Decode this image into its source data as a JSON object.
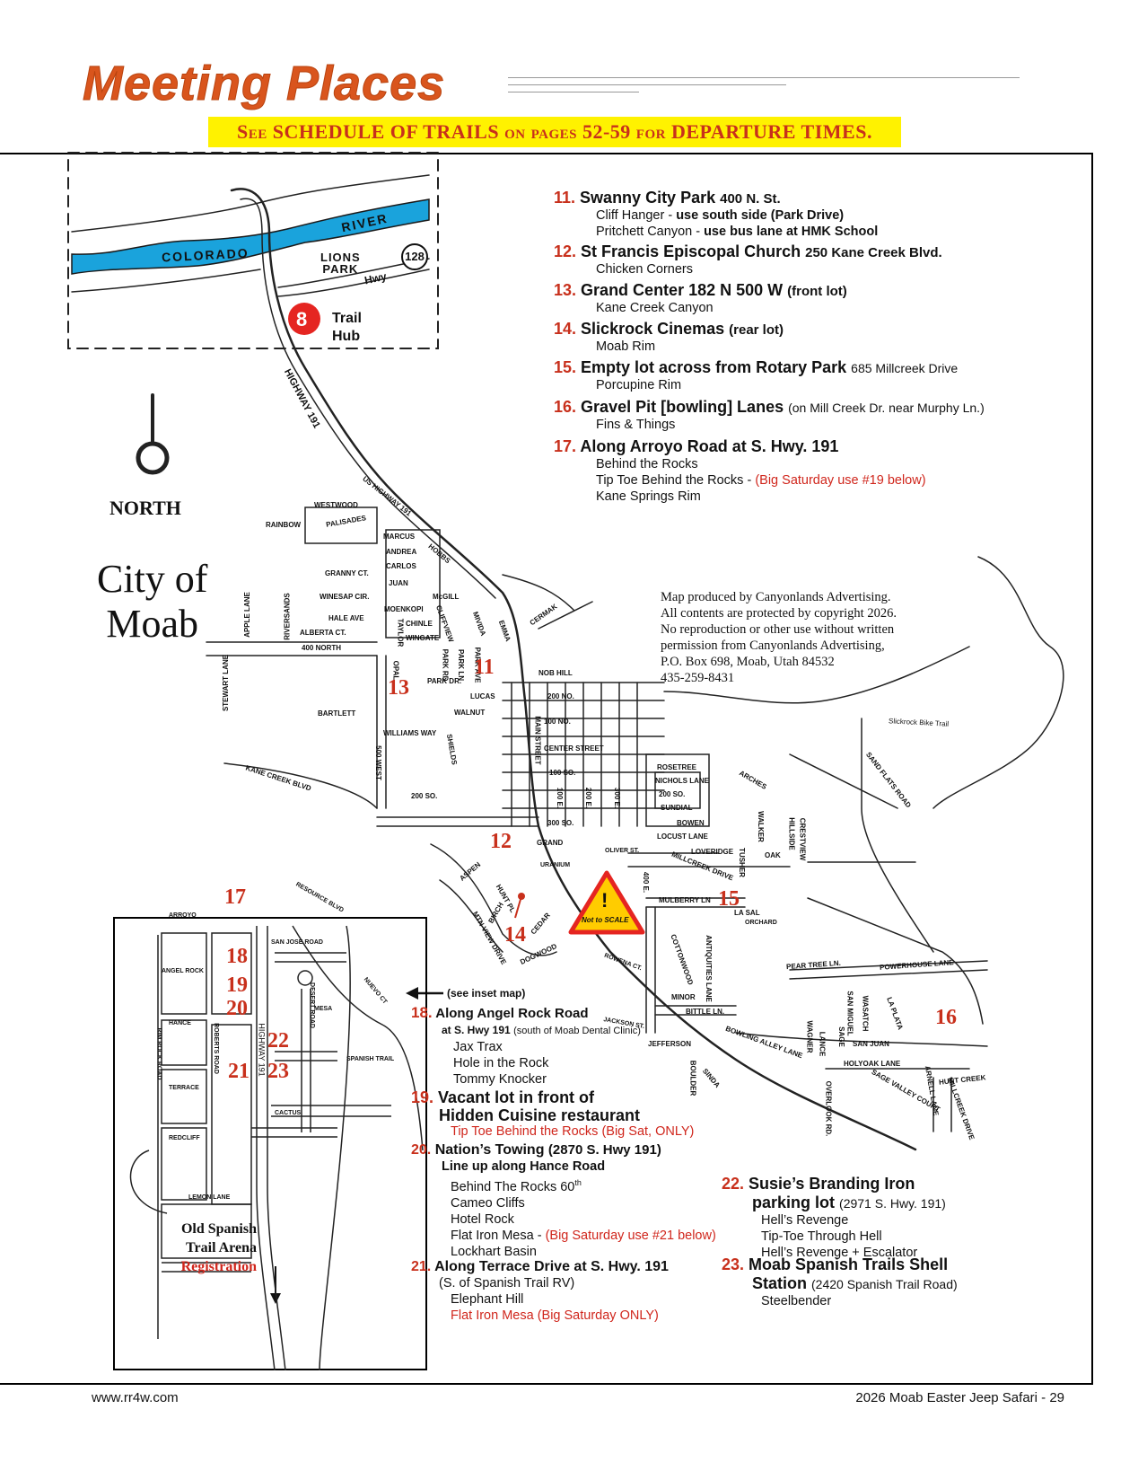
{
  "header": {
    "title": "Meeting Places",
    "banner": "See SCHEDULE OF TRAILS on pages 52-59 for DEPARTURE TIMES."
  },
  "map": {
    "north_label": "NORTH",
    "city_line1": "City of",
    "city_line2": "Moab",
    "inset_colorado": "COLORADO",
    "inset_river": "RIVER",
    "lions_park_1": "LIONS",
    "lions_park_2": "PARK",
    "hwy_128_label": "Hwy",
    "hwy_128_num": "128",
    "trail_hub_num": "8",
    "trail_hub_line1": "Trail",
    "trail_hub_line2": "Hub",
    "highway_191": "HIGHWAY 191",
    "us_highway_191": "US HIGHWAY 191",
    "not_to_scale": "Not to SCALE",
    "see_inset": "(see inset map)",
    "old_spanish_1": "Old Spanish",
    "old_spanish_2": "Trail Arena",
    "old_spanish_3": "Registration",
    "slickrock": "Slickrock  Bike Trail",
    "streets": {
      "westwood": "WESTWOOD",
      "rainbow": "RAINBOW",
      "palisades": "PALISADES",
      "marcus": "MARCUS",
      "andrea": "ANDREA",
      "carlos": "CARLOS",
      "juan": "JUAN",
      "hobbs": "HOBBS",
      "granny_ct": "GRANNY CT.",
      "winesap": "WINESAP CIR.",
      "mcgill": "McGILL",
      "moenkopi": "MOENKOPI",
      "chinle": "CHINLE",
      "wingate": "WINGATE",
      "cliffview": "CLIFFVIEW",
      "hale_ave": "HALE AVE",
      "alberta_ct": "ALBERTA CT.",
      "apple_lane": "APPLE LANE",
      "riversands": "RIVERSANDS",
      "n400": "400 NORTH",
      "stewart_lane": "STEWART LANE",
      "taylor": "TAYLOR",
      "opal": "OPAL",
      "park_rd": "PARK RD",
      "park_ln": "PARK LN",
      "park_ave": "PARK AVE",
      "park_dr": "PARK DR.",
      "mivida": "MIVIDA",
      "emma": "EMMA",
      "cermak": "CERMAK",
      "lucas": "LUCAS",
      "walnut": "WALNUT",
      "bartlett": "BARTLETT",
      "williams_way": "WILLIAMS WAY",
      "shields": "SHIELDS",
      "w500": "500 WEST",
      "kane_creek": "KANE CREEK BLVD",
      "s200": "200 SO.",
      "nob_hill": "NOB HILL",
      "n200": "200 NO.",
      "n100": "100 NO.",
      "main_street": "MAIN STREET",
      "center_street": "CENTER STREET",
      "s100": "100 SO.",
      "e100": "100 E.",
      "e200": "200 E.",
      "e300": "300 E.",
      "s300": "300 SO.",
      "grand": "GRAND",
      "uranium": "URANIUM",
      "rosetree": "ROSETREE",
      "nichols": "NICHOLS LANE",
      "so200": "200 SO.",
      "sundial": "SUNDIAL",
      "arches": "ARCHES",
      "bowen": "BOWEN",
      "locust": "LOCUST LANE",
      "oliver_st": "OLIVER ST.",
      "loveridge": "LOVERIDGE",
      "walker": "WALKER",
      "tusher": "TUSHER",
      "hillside": "HILLSIDE",
      "oak": "OAK",
      "crestview": "CRESTVIEW",
      "e400": "400 E.",
      "millcreek_drive": "MILLCREEK DRIVE",
      "mulberry": "MULBERRY LN",
      "la_sal": "LA SAL",
      "orchard": "ORCHARD",
      "aspen": "ASPEN",
      "hunt_pl": "HUNT PL",
      "birch": "BIRCH",
      "cedar": "CEDAR",
      "mtn_view": "MTN VIEW DRIVE",
      "dogwood": "DOGWOOD",
      "rowena": "ROWENA CT.",
      "cottonwood": "COTTONWOOD",
      "antiquities": "ANTIQUITIES LANE",
      "minor": "MINOR",
      "bittle": "BITTLE LN.",
      "pear_tree": "PEAR TREE LN.",
      "powerhouse": "POWERHOUSE LANE",
      "jackson_st": "JACKSON ST.",
      "jefferson": "JEFFERSON",
      "bowling_alley": "BOWLING ALLEY LANE",
      "boulder": "BOULDER",
      "sinda": "SINDA",
      "wagner": "WAGNER",
      "lance": "LANCE",
      "sage": "SAGE",
      "san_miguel": "SAN MIGUEL",
      "wasatch": "WASATCH",
      "la_plata": "LA PLATA",
      "san_juan": "SAN JUAN",
      "holyoak": "HOLYOAK LANE",
      "overlook": "OVERLOOK RD.",
      "sage_valley": "SAGE VALLEY COURT",
      "arnell": "ARNELL LANE",
      "millcreek_drive2": "MILLCREEK DRIVE",
      "hunt_creek": "HUNT CREEK",
      "sand_flats": "SAND FLATS ROAD",
      "arroyo": "ARROYO",
      "resource_blvd": "RESOURCE BLVD",
      "san_jose": "SAN JOSE ROAD",
      "angel_rock": "ANGEL ROCK",
      "nuevo_ct": "NUEVO CT",
      "mesa": "MESA",
      "desert_road": "DESERT ROAD",
      "hance": "HANCE",
      "rim_rock_road": "RIM ROCK ROAD",
      "roberts_road": "ROBERTS ROAD",
      "inset_hwy": "HIGHWAY 191",
      "spanish_trail": "SPANISH TRAIL",
      "terrace": "TERRACE",
      "cactus": "CACTUS",
      "redcliff": "REDCLIFF",
      "lemon_lane": "LEMON LANE"
    },
    "markers": [
      "11",
      "12",
      "13",
      "14",
      "15",
      "16",
      "17",
      "18",
      "19",
      "20",
      "21",
      "22",
      "23"
    ]
  },
  "copyright": [
    "Map produced by Canyonlands Advertising.",
    "All contents are protected by copyright 2026.",
    "No reproduction or other use without written",
    "permission from Canyonlands Advertising,",
    "P.O. Box 698, Moab, Utah 84532",
    "435-259-8431"
  ],
  "places": {
    "p11": {
      "num": "11.",
      "name": "Swanny City Park",
      "addr": "400 N. St.",
      "lines": [
        {
          "text": "Cliff Hanger - ",
          "bold": "use south side (Park Drive)"
        },
        {
          "text": "Pritchett Canyon  - ",
          "bold": " use bus lane at HMK School"
        }
      ]
    },
    "p12": {
      "num": "12.",
      "name": "St Francis Episcopal Church",
      "addr": "250 Kane Creek Blvd.",
      "line1": "Chicken Corners"
    },
    "p13": {
      "num": "13.",
      "name": "Grand Center 182 N 500 W",
      "addr": "(front lot)",
      "line1": "Kane Creek Canyon"
    },
    "p14": {
      "num": "14.",
      "name": "Slickrock Cinemas",
      "addr": "(rear lot)",
      "line1": "Moab Rim"
    },
    "p15": {
      "num": "15.",
      "name": "Empty lot across from Rotary Park",
      "addr": "685 Millcreek Drive",
      "line1": "Porcupine Rim"
    },
    "p16": {
      "num": "16.",
      "name": "Gravel Pit [bowling] Lanes",
      "addr": "(on Mill Creek Dr. near Murphy Ln.)",
      "line1": "Fins & Things"
    },
    "p17": {
      "num": "17.",
      "name": "Along Arroyo Road at S. Hwy. 191",
      "line1": "Behind the Rocks",
      "line2a": "Tip Toe Behind the Rocks - ",
      "line2b": "(Big Saturday use #19 below)",
      "line3": "Kane Springs Rim"
    },
    "p18": {
      "num": "18.",
      "name": "Along Angel Rock Road",
      "sub_bold": "at S. Hwy 191",
      "sub_small": "(south of Moab Dental Clinic)",
      "lines": [
        "Jax Trax",
        "Hole in the Rock",
        "Tommy Knocker"
      ]
    },
    "p19": {
      "num": "19.",
      "name1": "Vacant lot in front of",
      "name2": "Hidden Cuisine restaurant",
      "line1": "Tip Toe Behind the Rocks (Big Sat, ONLY)"
    },
    "p20": {
      "num": "20.",
      "name": "Nation’s Towing",
      "addr": "(2870 S. Hwy 191)",
      "sub_bold": "Line up along Hance Road",
      "l1": "Behind The Rocks 60",
      "l1sup": "th",
      "l2": "Cameo Cliffs",
      "l3": "Hotel Rock",
      "l4a": "Flat Iron Mesa - ",
      "l4b": "(Big Saturday use #21 below)",
      "l5": "Lockhart Basin"
    },
    "p21": {
      "num": "21.",
      "name": "Along Terrace Drive at S. Hwy. 191",
      "l1": "(S. of Spanish Trail RV)",
      "l2": "Elephant Hill",
      "l3": "Flat Iron Mesa (Big Saturday ONLY)"
    },
    "p22": {
      "num": "22.",
      "name1": "Susie’s Branding Iron",
      "name2": "parking lot",
      "addr": "(2971 S. Hwy. 191)",
      "l1": "Hell’s Revenge",
      "l2": "Tip-Toe Through Hell",
      "l3": "Hell’s Revenge + Escalator"
    },
    "p23": {
      "num": "23.",
      "name1": "Moab Spanish Trails Shell",
      "name2": "Station",
      "addr": "(2420 Spanish Trail Road)",
      "l1": "Steelbender"
    }
  },
  "footer": {
    "left": "www.rr4w.com",
    "right": "2026 Moab Easter Jeep Safari - 29"
  },
  "colors": {
    "title": "#d9551d",
    "banner_bg": "#fff200",
    "banner_text": "#c8301c",
    "river": "#1aa3dc",
    "marker_red": "#c8301c",
    "hub_red": "#e52521",
    "warning_yellow": "#ffcc00"
  }
}
